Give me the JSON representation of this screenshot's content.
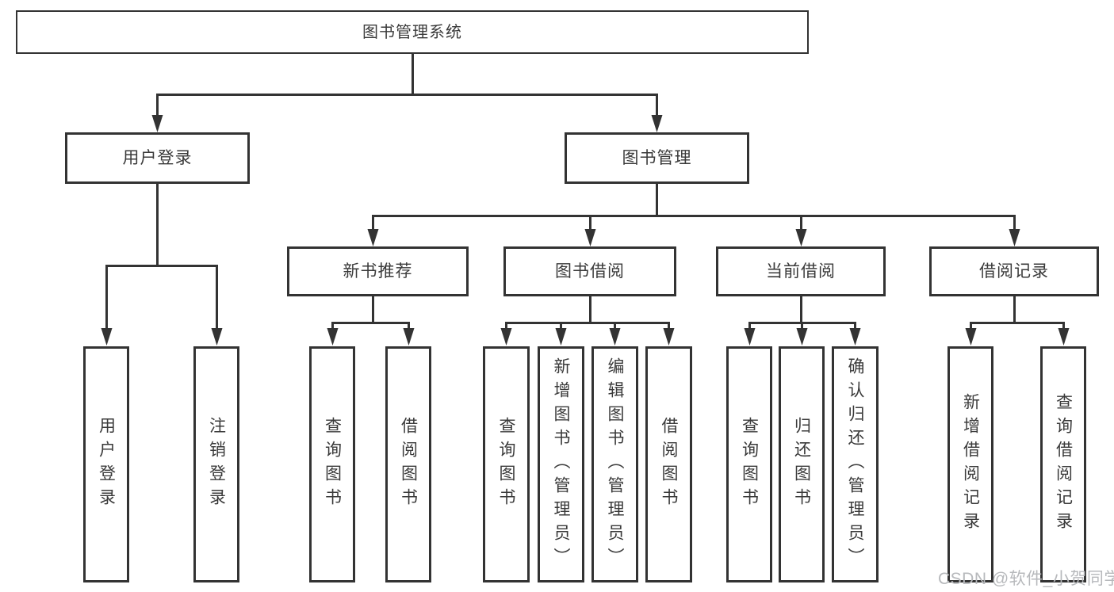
{
  "diagram": {
    "root": {
      "label": "图书管理系统"
    },
    "level2": [
      {
        "label": "用户登录",
        "children": [
          {
            "label": "用户登录"
          },
          {
            "label": "注销登录"
          }
        ]
      },
      {
        "label": "图书管理",
        "children": [
          {
            "label": "新书推荐",
            "children": [
              {
                "label": "查询图书"
              },
              {
                "label": "借阅图书"
              }
            ]
          },
          {
            "label": "图书借阅",
            "children": [
              {
                "label": "查询图书"
              },
              {
                "label": "新增图书（管理员）"
              },
              {
                "label": "编辑图书（管理员）"
              },
              {
                "label": "借阅图书"
              }
            ]
          },
          {
            "label": "当前借阅",
            "children": [
              {
                "label": "查询图书"
              },
              {
                "label": "归还图书"
              },
              {
                "label": "确认归还（管理员）"
              }
            ]
          },
          {
            "label": "借阅记录",
            "children": [
              {
                "label": "新增借阅记录"
              },
              {
                "label": "查询借阅记录"
              }
            ]
          }
        ]
      }
    ]
  },
  "watermark": {
    "text": "CSDN @软件_小贺同学"
  },
  "colors": {
    "line": "#333333",
    "text": "#3a3a3a",
    "watermark_text": "#b7b9bc",
    "background": "#ffffff"
  }
}
